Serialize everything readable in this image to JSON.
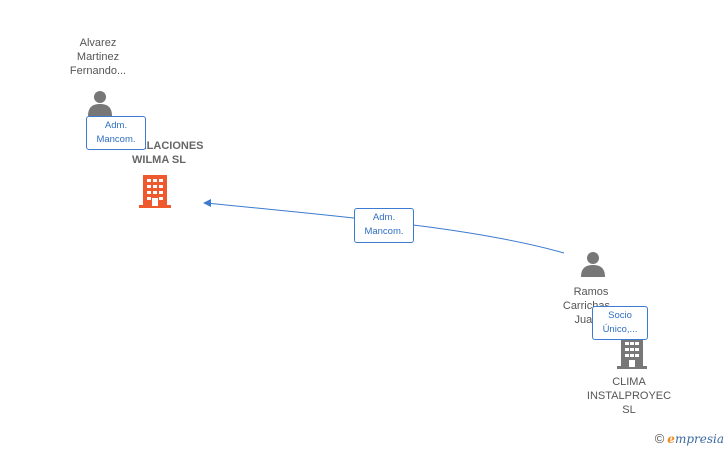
{
  "nodes": {
    "person_alvarez": {
      "name_line1": "Alvarez",
      "name_line2": "Martinez",
      "name_line3": "Fernando..."
    },
    "company_main": {
      "name_line1": "INSTALACIONES",
      "name_line2": "WILMA SL",
      "icon_color": "#ee5a2d"
    },
    "person_ramos": {
      "name_line1": "Ramos",
      "name_line2": "Carrichas...",
      "name_line3": "Juan..."
    },
    "company_clima": {
      "name_line1": "CLIMA",
      "name_line2": "INSTALPROYEC",
      "name_line3": "SL",
      "icon_color": "#777777"
    }
  },
  "edges": [
    {
      "from": "person_alvarez",
      "to": "company_main",
      "role_line1": "Adm.",
      "role_line2": "Mancom."
    },
    {
      "from": "person_ramos",
      "to": "company_main",
      "role_line1": "Adm.",
      "role_line2": "Mancom."
    },
    {
      "from": "person_ramos",
      "to": "company_clima",
      "role_line1": "Socio",
      "role_line2": "Único,..."
    }
  ],
  "colors": {
    "edge": "#3d7bd0",
    "person_icon": "#777777"
  },
  "watermark": {
    "copyright": "©",
    "brand_e": "e",
    "brand_rest": "mpresia"
  }
}
